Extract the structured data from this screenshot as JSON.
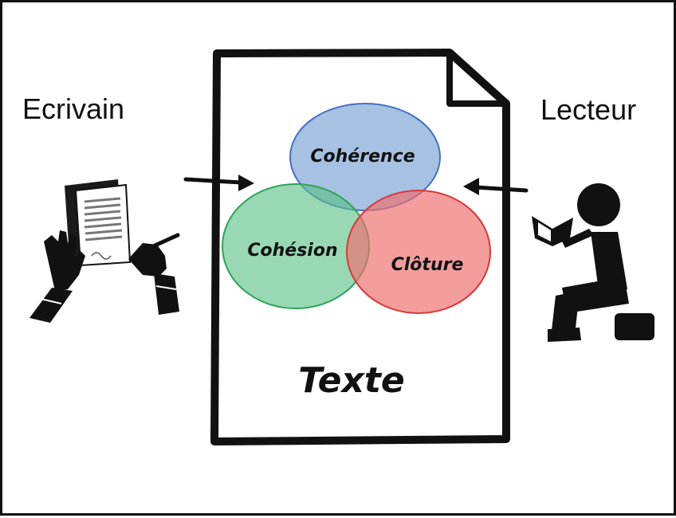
{
  "writer": {
    "label": "Ecrivain",
    "icon": "writer-signing-document-icon"
  },
  "reader": {
    "label": "Lecteur",
    "icon": "reader-sitting-with-book-icon"
  },
  "document": {
    "title": "Texte",
    "icon": "document-page-icon",
    "circles": {
      "coherence": {
        "label": "Cohérence",
        "color": "#6f9bd1"
      },
      "cohesion": {
        "label": "Cohésion",
        "color": "#58c087"
      },
      "closure": {
        "label": "Clôture",
        "color": "#ef6f6f"
      }
    }
  },
  "arrows": {
    "writer_to_text": "arrow-right-icon",
    "reader_to_text": "arrow-left-icon"
  }
}
